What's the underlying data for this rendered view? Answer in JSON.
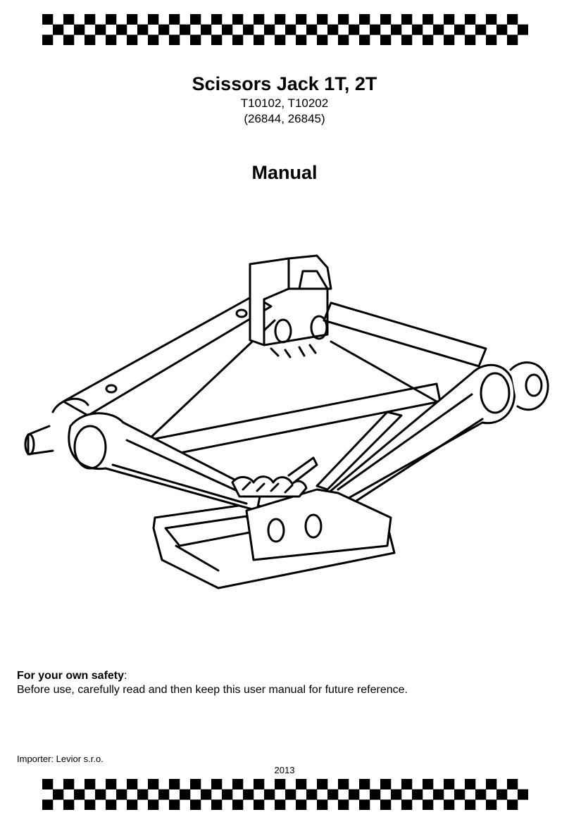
{
  "document": {
    "title": "Scissors Jack 1T, 2T",
    "codes": "T10102, T10202",
    "codes_alt": "(26844, 26845)",
    "heading": "Manual",
    "safety_heading": "For your own safety",
    "safety_colon": ":",
    "safety_text": "Before use, carefully read and then keep this user manual for future reference.",
    "importer": "Importer: Levior s.r.o.",
    "year": "2013"
  },
  "illustration": {
    "subject": "scissors-jack-drawing"
  }
}
